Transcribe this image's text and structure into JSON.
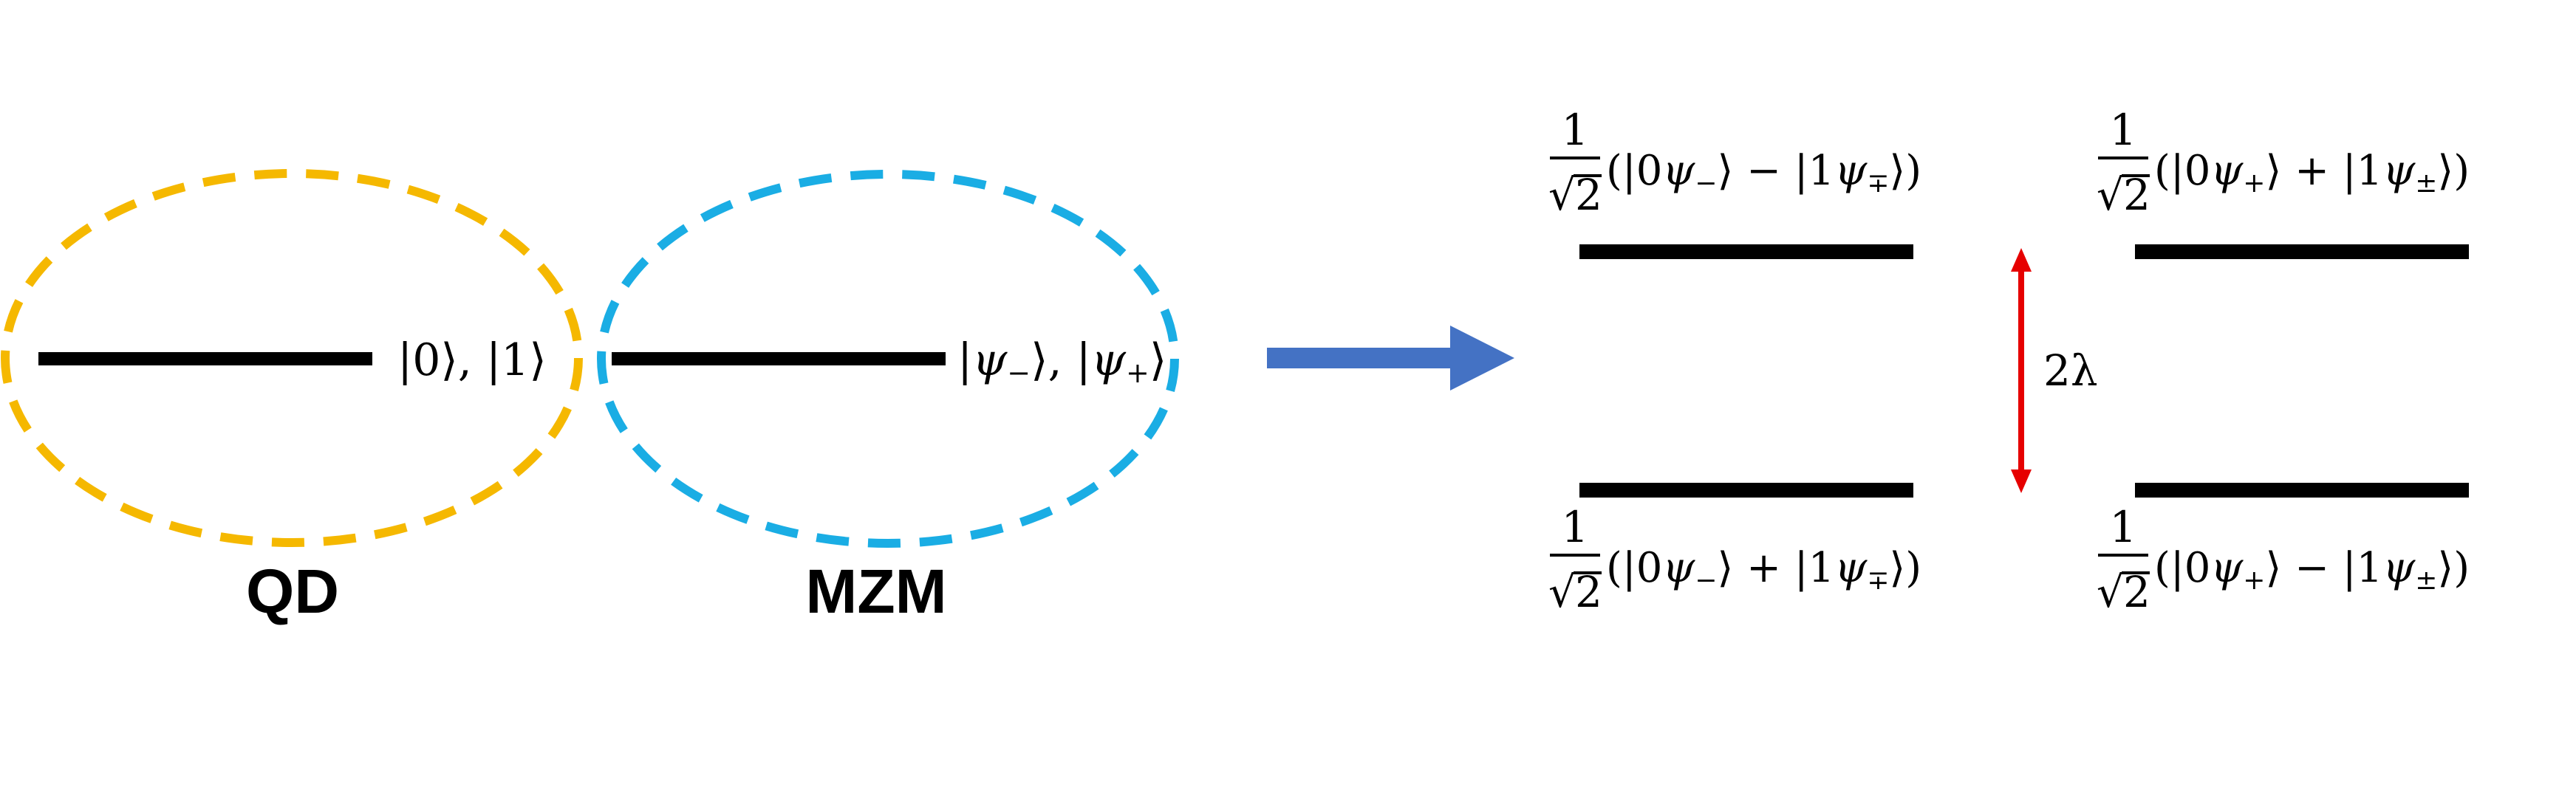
{
  "left": {
    "qd": {
      "label": "QD",
      "states": "|0⟩, |1⟩",
      "ellipse_color": "#F5B800"
    },
    "mzm": {
      "label": "MZM",
      "states_pre": "|",
      "psi": "ψ",
      "minus": "−",
      "mid": "⟩, |",
      "plus": "+",
      "states_post": "⟩",
      "ellipse_color": "#1AADE4"
    }
  },
  "arrow": {
    "color": "#4472C4"
  },
  "right": {
    "splitting": {
      "label": "2λ",
      "color": "#E60000"
    },
    "prefactor": {
      "numerator": "1",
      "sqrt": "√",
      "denominator": "2"
    },
    "top_left": {
      "open": "(|0",
      "psi1": "ψ",
      "sub1": "−",
      "mid": "⟩ − |1",
      "psi2": "ψ",
      "sub2": "∓",
      "close": "⟩)"
    },
    "bottom_left": {
      "open": "(|0",
      "psi1": "ψ",
      "sub1": "−",
      "mid": "⟩ + |1",
      "psi2": "ψ",
      "sub2": "∓",
      "close": "⟩)"
    },
    "top_right": {
      "open": "(|0",
      "psi1": "ψ",
      "sub1": "+",
      "mid": "⟩ + |1",
      "psi2": "ψ",
      "sub2": "±",
      "close": "⟩)"
    },
    "bottom_right": {
      "open": "(|0",
      "psi1": "ψ",
      "sub1": "+",
      "mid": "⟩ − |1",
      "psi2": "ψ",
      "sub2": "±",
      "close": "⟩)"
    }
  }
}
